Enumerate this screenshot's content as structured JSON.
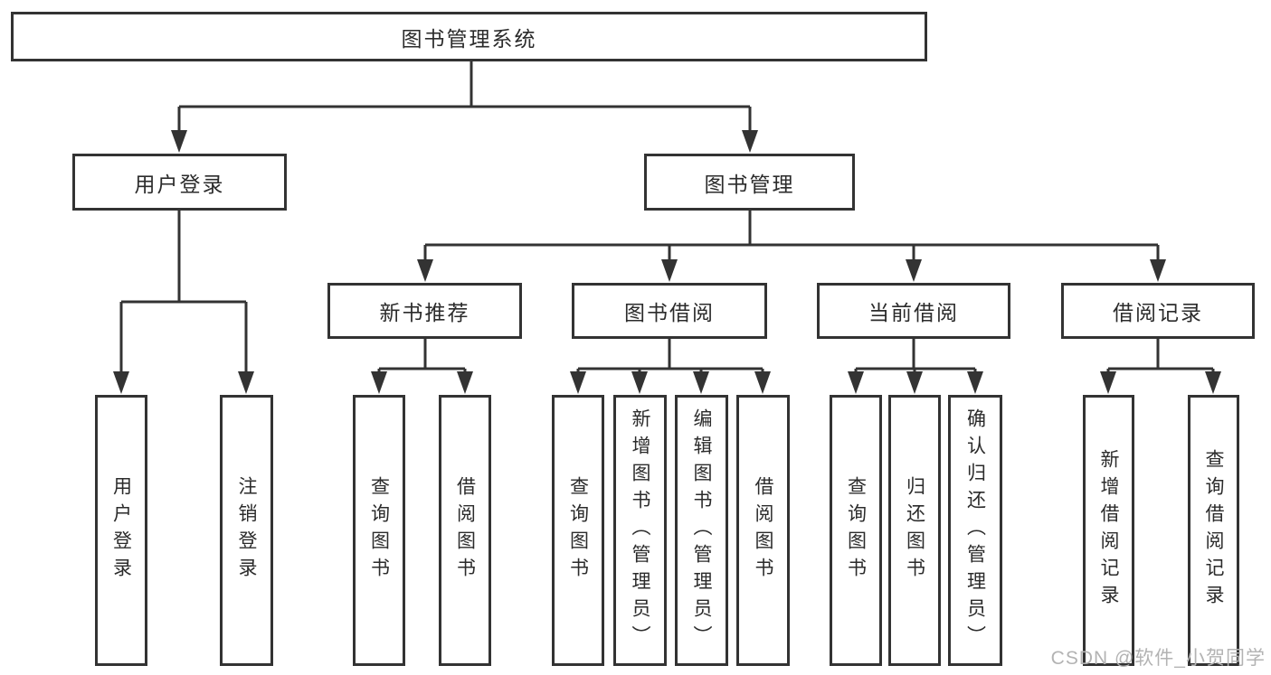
{
  "tree": {
    "root": "图书管理系统",
    "branches": [
      {
        "label": "用户登录",
        "children": [
          "用户登录",
          "注销登录"
        ]
      },
      {
        "label": "图书管理",
        "sections": [
          {
            "label": "新书推荐",
            "children": [
              "查询图书",
              "借阅图书"
            ]
          },
          {
            "label": "图书借阅",
            "children": [
              "查询图书",
              "新增图书（管理员）",
              "编辑图书（管理员）",
              "借阅图书"
            ]
          },
          {
            "label": "当前借阅",
            "children": [
              "查询图书",
              "归还图书",
              "确认归还（管理员）"
            ]
          },
          {
            "label": "借阅记录",
            "children": [
              "新增借阅记录",
              "查询借阅记录"
            ]
          }
        ]
      }
    ]
  },
  "watermark": {
    "text": "CSDN @软件_小贺同学",
    "color": "#b3b3b3"
  },
  "colors": {
    "line": "#333333",
    "box_border": "#333333",
    "text": "#2b2b2b",
    "background": "#ffffff"
  }
}
